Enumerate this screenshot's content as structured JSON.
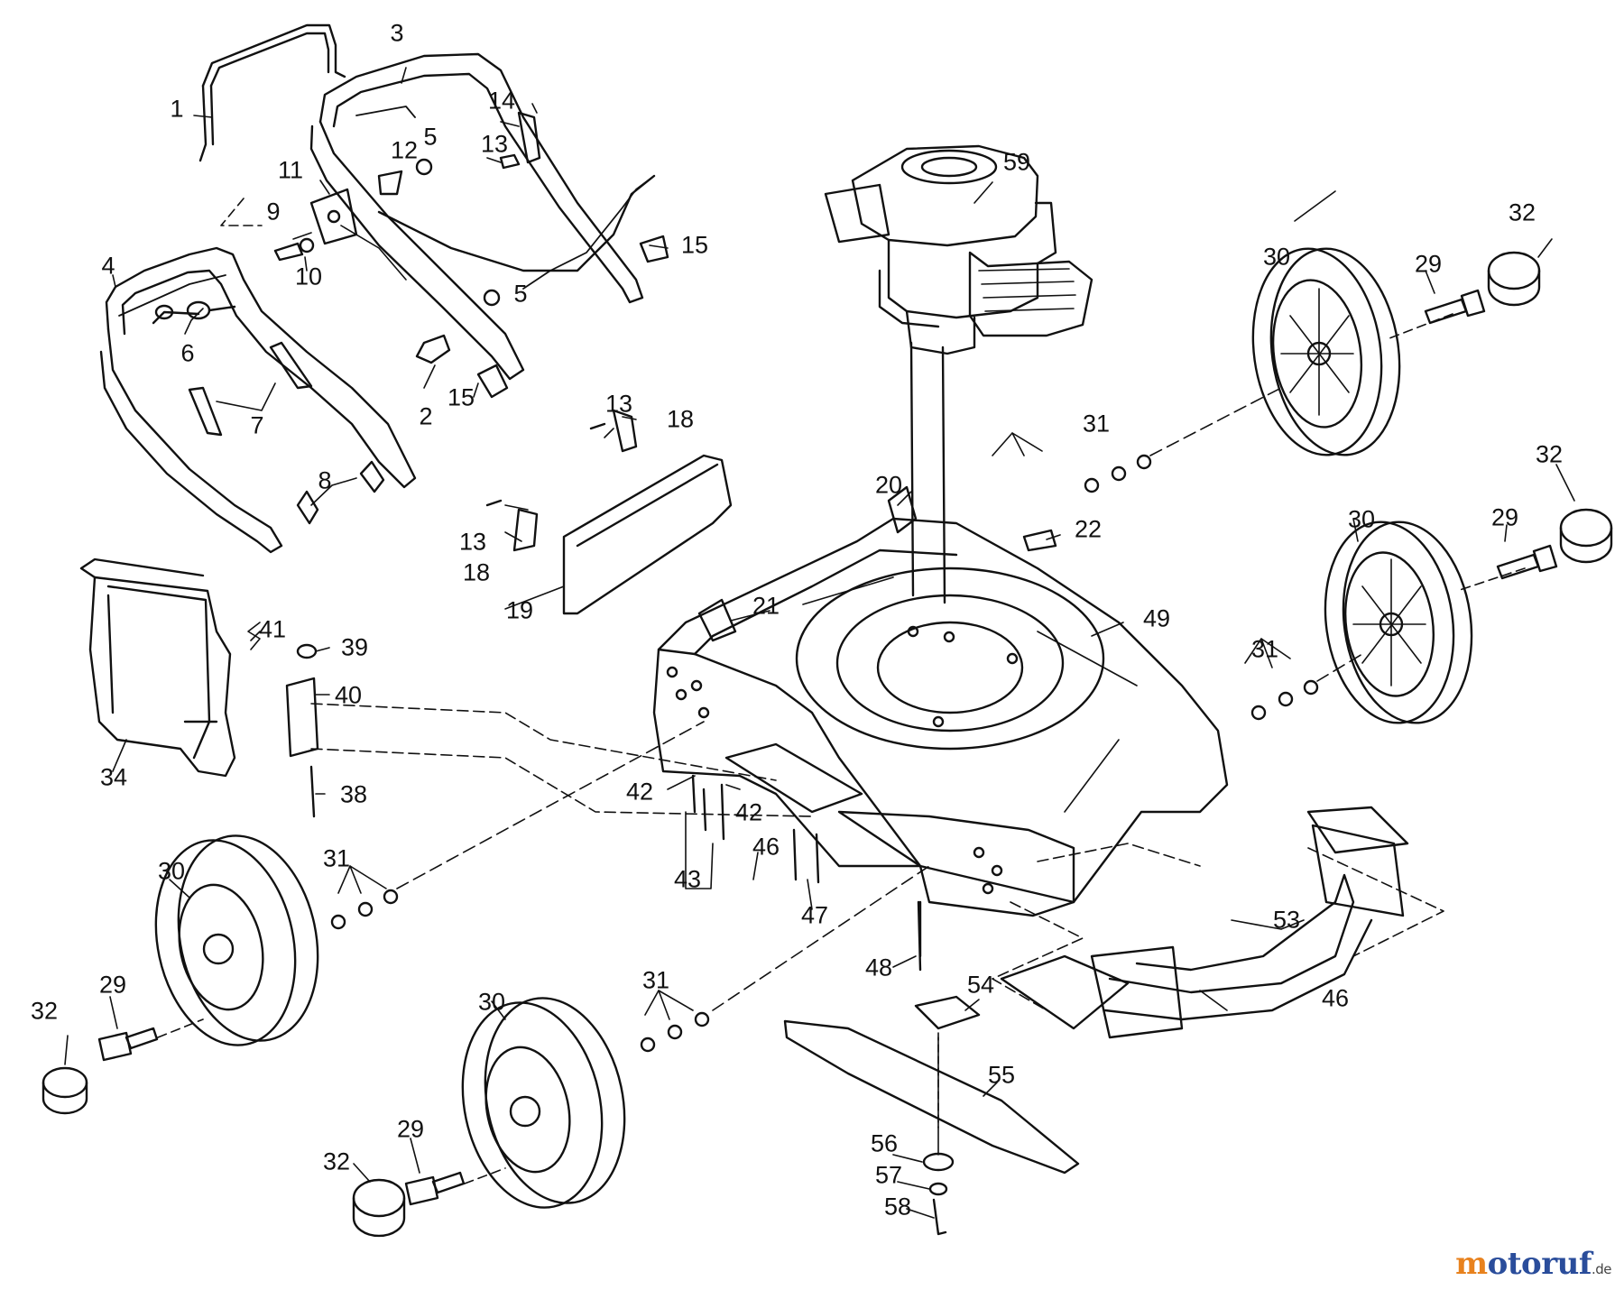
{
  "diagram": {
    "labels": [
      "1",
      "2",
      "3",
      "4",
      "5",
      "5",
      "6",
      "7",
      "8",
      "9",
      "10",
      "11",
      "12",
      "13",
      "13",
      "13",
      "14",
      "15",
      "15",
      "18",
      "18",
      "19",
      "20",
      "21",
      "22",
      "29",
      "29",
      "29",
      "29",
      "30",
      "30",
      "30",
      "30",
      "31",
      "31",
      "31",
      "31",
      "32",
      "32",
      "32",
      "32",
      "34",
      "38",
      "39",
      "40",
      "41",
      "42",
      "42",
      "43",
      "46",
      "46",
      "47",
      "48",
      "49",
      "53",
      "54",
      "55",
      "56",
      "57",
      "58",
      "59"
    ]
  },
  "watermark": {
    "name": "motoruf",
    "tld": ".de",
    "colors": {
      "m": "#e8821e",
      "rest": "#2a4d9b"
    }
  }
}
